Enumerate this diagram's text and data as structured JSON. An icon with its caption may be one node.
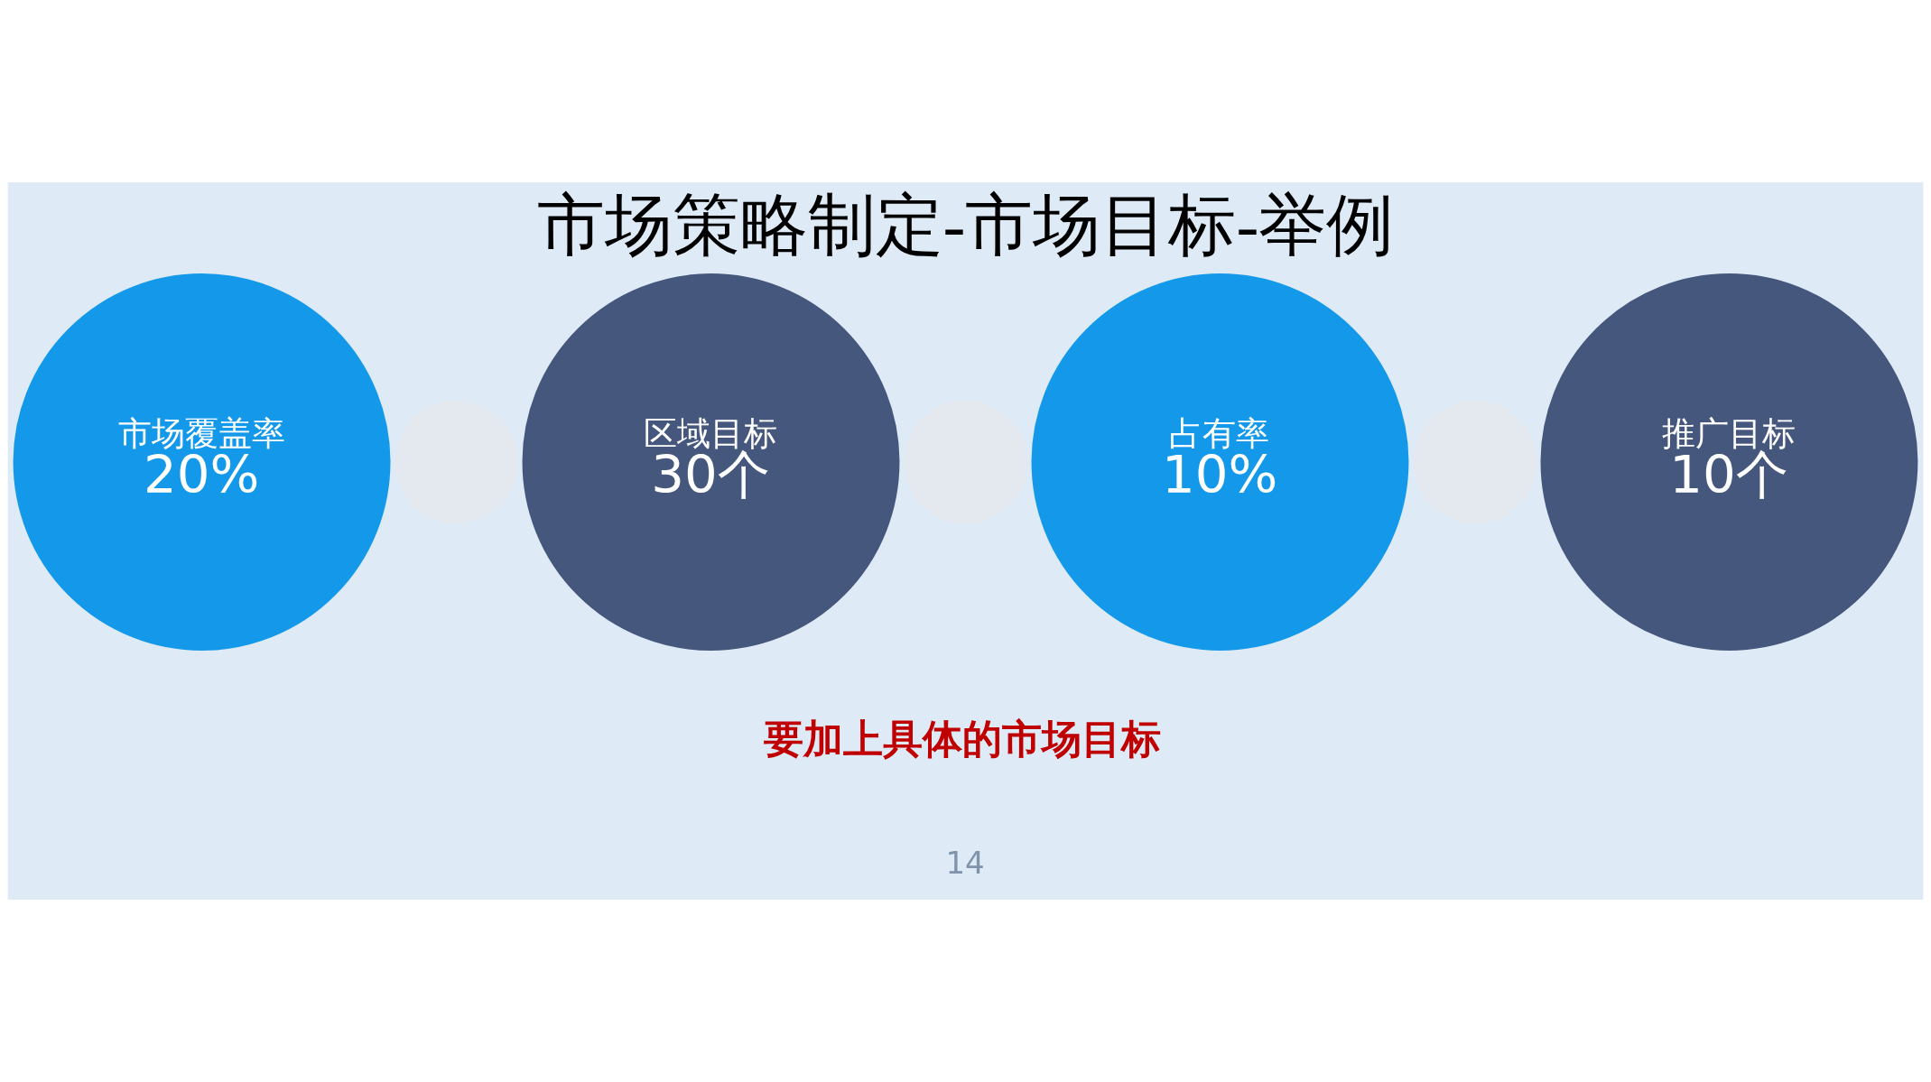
{
  "diagram": {
    "title": "市场策略制定-市场目标-举例",
    "nodes": [
      {
        "text": [
          "市场覆盖率",
          "20%"
        ]
      },
      {
        "text": [],
        "shape": "circle"
      },
      {
        "text": [
          "区域目标",
          "30个"
        ]
      },
      {
        "text": [],
        "shape": "circle"
      },
      {
        "text": [
          "占有率",
          "10%"
        ]
      },
      {
        "text": [],
        "shape": "circle"
      },
      {
        "text": [
          "推广目标",
          "10个"
        ]
      }
    ],
    "labels": [
      "要加上具体的市场目标",
      "14"
    ]
  }
}
